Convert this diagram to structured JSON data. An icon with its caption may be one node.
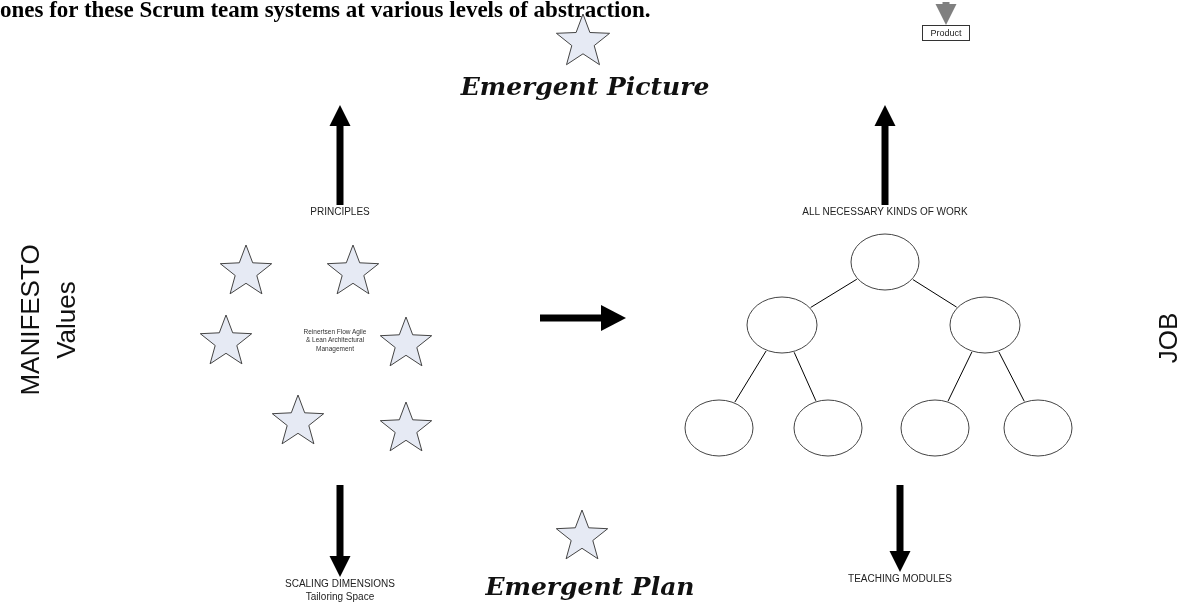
{
  "diagram": {
    "nodes": [
      {
        "text": [
          "Product"
        ]
      },
      {
        "text": [],
        "shape": "star",
        "beside": [
          "Emergent Picture"
        ]
      },
      {
        "text": [
          "PRINCIPLES"
        ]
      },
      {
        "text": [
          "ALL NECESSARY KINDS OF WORK"
        ]
      },
      {
        "text": [],
        "shape": "star"
      },
      {
        "text": [],
        "shape": "star"
      },
      {
        "text": [],
        "shape": "star"
      },
      {
        "text": [],
        "shape": "star"
      },
      {
        "text": [],
        "shape": "star"
      },
      {
        "text": [],
        "shape": "star"
      },
      {
        "text": [
          "Reinertsen Flow Agile & Lean Architectural Management"
        ]
      },
      {
        "text": [],
        "shape": "circle"
      },
      {
        "text": [],
        "shape": "circle"
      },
      {
        "text": [],
        "shape": "circle"
      },
      {
        "text": [],
        "shape": "circle"
      },
      {
        "text": [],
        "shape": "circle"
      },
      {
        "text": [],
        "shape": "circle"
      },
      {
        "text": [],
        "shape": "circle"
      },
      {
        "text": [],
        "shape": "star",
        "beside": [
          "Emergent Plan"
        ]
      },
      {
        "text": [
          "SCALING DIMENSIONS",
          "Tailoring Space"
        ]
      },
      {
        "text": [
          "TEACHING MODULES"
        ]
      }
    ],
    "edges": [
      {
        "from": null,
        "to": 0,
        "arrow": "to",
        "style": "thick",
        "color": "#808080"
      },
      {
        "from": 2,
        "to": null,
        "arrow": "to",
        "style": "thick"
      },
      {
        "from": 3,
        "to": null,
        "arrow": "to",
        "style": "thick"
      },
      {
        "from": 11,
        "to": 12,
        "arrow": "none"
      },
      {
        "from": 11,
        "to": 13,
        "arrow": "none"
      },
      {
        "from": 12,
        "to": 14,
        "arrow": "none"
      },
      {
        "from": 12,
        "to": 15,
        "arrow": "none"
      },
      {
        "from": 13,
        "to": 16,
        "arrow": "none"
      },
      {
        "from": 13,
        "to": 17,
        "arrow": "none"
      },
      {
        "from": null,
        "to": 19,
        "arrow": "to",
        "style": "thick"
      },
      {
        "from": null,
        "to": 20,
        "arrow": "to",
        "style": "thick"
      }
    ],
    "labels": [
      "ones for these Scrum team systems at various levels of abstraction.",
      "MANIFESTO",
      "Values",
      "JOB"
    ]
  }
}
